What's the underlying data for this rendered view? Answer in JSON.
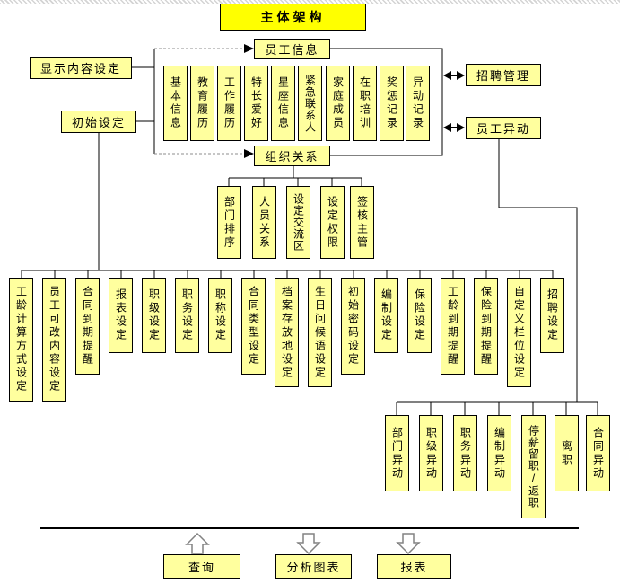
{
  "diagram": {
    "title": "主体架构",
    "left_nodes": {
      "display_setting": "显示内容设定",
      "initial_setting": "初始设定"
    },
    "employee_info": {
      "label": "员工信息",
      "children": [
        "基本信息",
        "教育履历",
        "工作履历",
        "特长爱好",
        "星座信息",
        "紧急联系人",
        "家庭成员",
        "在职培训",
        "奖惩记录",
        "异动记录"
      ]
    },
    "org_relation": {
      "label": "组织关系",
      "children": [
        "部门排序",
        "人员关系",
        "设定交流区",
        "设定权限",
        "签核主管"
      ]
    },
    "right_nodes": {
      "recruitment": "招聘管理",
      "employee_transfer": "员工异动"
    },
    "settings": [
      "工龄计算方式设定",
      "员工可改内容设定",
      "合同到期提醒",
      "报表设定",
      "职级设定",
      "职务设定",
      "职称设定",
      "合同类型设定",
      "档案存放地设定",
      "生日问候语设定",
      "初始密码设定",
      "编制设定",
      "保险设定",
      "工龄到期提醒",
      "保险到期提醒",
      "自定义栏位设定",
      "招聘设定"
    ],
    "transfers": [
      "部门异动",
      "职级异动",
      "职务异动",
      "编制异动",
      "停薪留职/返职",
      "离职",
      "合同异动"
    ],
    "footer": {
      "query": "查询",
      "analysis_chart": "分析图表",
      "report": "报表"
    },
    "colors": {
      "node_fill": "#ffff9e",
      "title_fill": "#ffff00",
      "border": "#000000",
      "line": "#000000",
      "dashed_line": "#8c8c8c"
    }
  }
}
